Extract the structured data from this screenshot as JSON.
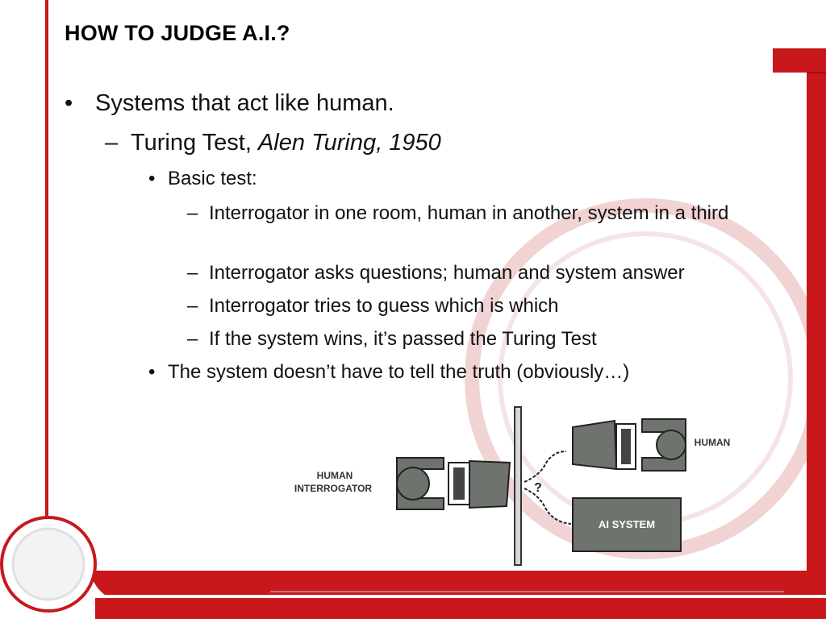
{
  "slide": {
    "title": "HOW TO JUDGE A.I.?",
    "level1": {
      "bullet": "•",
      "text": "Systems that act like human."
    },
    "level2": {
      "bullet": "–",
      "text": "Turing Test, ",
      "italic": "Alen Turing, 1950"
    },
    "basic_test": {
      "bullet": "•",
      "text": "Basic test:"
    },
    "sub_items": [
      {
        "bullet": "–",
        "text": "Interrogator in one room, human in another, system in a third"
      },
      {
        "bullet": "–",
        "text": "Interrogator asks questions; human and system answer"
      },
      {
        "bullet": "–",
        "text": "Interrogator tries to guess which is which"
      },
      {
        "bullet": "–",
        "text": "If the system wins, it’s passed the Turing Test"
      }
    ],
    "truth_note": {
      "bullet": "•",
      "text": "The system doesn’t have to tell the truth (obviously…)"
    }
  },
  "diagram": {
    "interrogator_line1": "HUMAN",
    "interrogator_line2": "INTERROGATOR",
    "human_label": "HUMAN",
    "ai_label": "AI SYSTEM",
    "question_mark": "?"
  },
  "colors": {
    "accent_red": "#c8181c",
    "ring_red": "#e8b4b4",
    "machine_gray": "#6e736e"
  }
}
